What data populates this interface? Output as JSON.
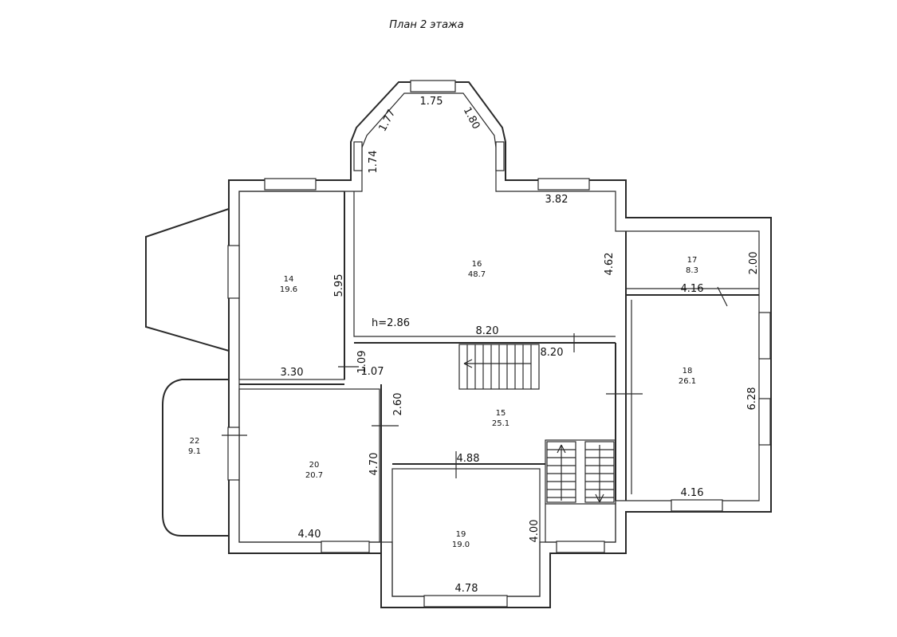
{
  "title": "План 2 этажа",
  "rooms": [
    {
      "id": "14",
      "number": "14",
      "area": "19.6"
    },
    {
      "id": "15",
      "number": "15",
      "area": "25.1"
    },
    {
      "id": "16",
      "number": "16",
      "area": "48.7"
    },
    {
      "id": "17",
      "number": "17",
      "area": "8.3"
    },
    {
      "id": "18",
      "number": "18",
      "area": "26.1"
    },
    {
      "id": "19",
      "number": "19",
      "area": "19.0"
    },
    {
      "id": "20",
      "number": "20",
      "area": "20.7"
    },
    {
      "id": "22",
      "number": "22",
      "area": "9.1"
    }
  ],
  "dimensions": {
    "bay_top": "1.75",
    "bay_left_diag": "1.77",
    "bay_right_diag": "1.80",
    "bay_left_side": "1.74",
    "room16_top": "3.82",
    "room16_right": "4.62",
    "room16_bottom": "8.20",
    "hall_top": "8.20",
    "ceiling_height": "h=2.86",
    "room14_right": "5.95",
    "room14_bottom": "3.30",
    "door_small_v": "1.09",
    "door_small_h": "1.07",
    "room17_bottom": "4.16",
    "room17_right": "2.00",
    "room18_right": "6.28",
    "room18_bottom": "4.16",
    "hall_left": "2.60",
    "room19_top": "4.88",
    "room19_right": "4.00",
    "room19_bottom": "4.78",
    "room20_right": "4.70",
    "room20_bottom": "4.40"
  }
}
